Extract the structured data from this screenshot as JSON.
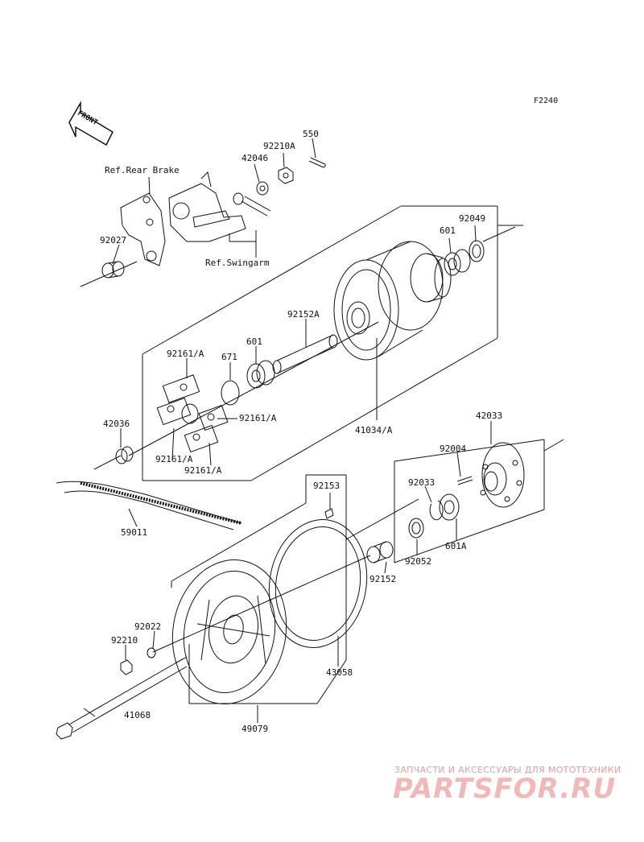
{
  "figure_code": "F2240",
  "front_arrow_label": "FRONT",
  "refs": {
    "rear_brake": "Ref.Rear Brake",
    "swingarm": "Ref.Swingarm"
  },
  "parts": {
    "p550": "550",
    "p92210A": "92210A",
    "p42046": "42046",
    "p92027": "92027",
    "p92049": "92049",
    "p601_top": "601",
    "p92152A": "92152A",
    "p601_mid": "601",
    "p671": "671",
    "p92161A_1": "92161/A",
    "p92161A_2": "92161/A",
    "p92161A_3": "92161/A",
    "p92161A_4": "92161/A",
    "p42036": "42036",
    "p41034A": "41034/A",
    "p42033": "42033",
    "p92004": "92004",
    "p92033": "92033",
    "p601A": "601A",
    "p92052": "92052",
    "p92153": "92153",
    "p92152": "92152",
    "p59011": "59011",
    "p92022": "92022",
    "p92210": "92210",
    "p43058": "43058",
    "p41068": "41068",
    "p49079": "49079"
  },
  "watermark": {
    "tagline": "ЗАПЧАСТИ И АКСЕССУАРЫ ДЛЯ МОТОТЕХНИКИ",
    "logo": "PARTSFOR.RU"
  }
}
